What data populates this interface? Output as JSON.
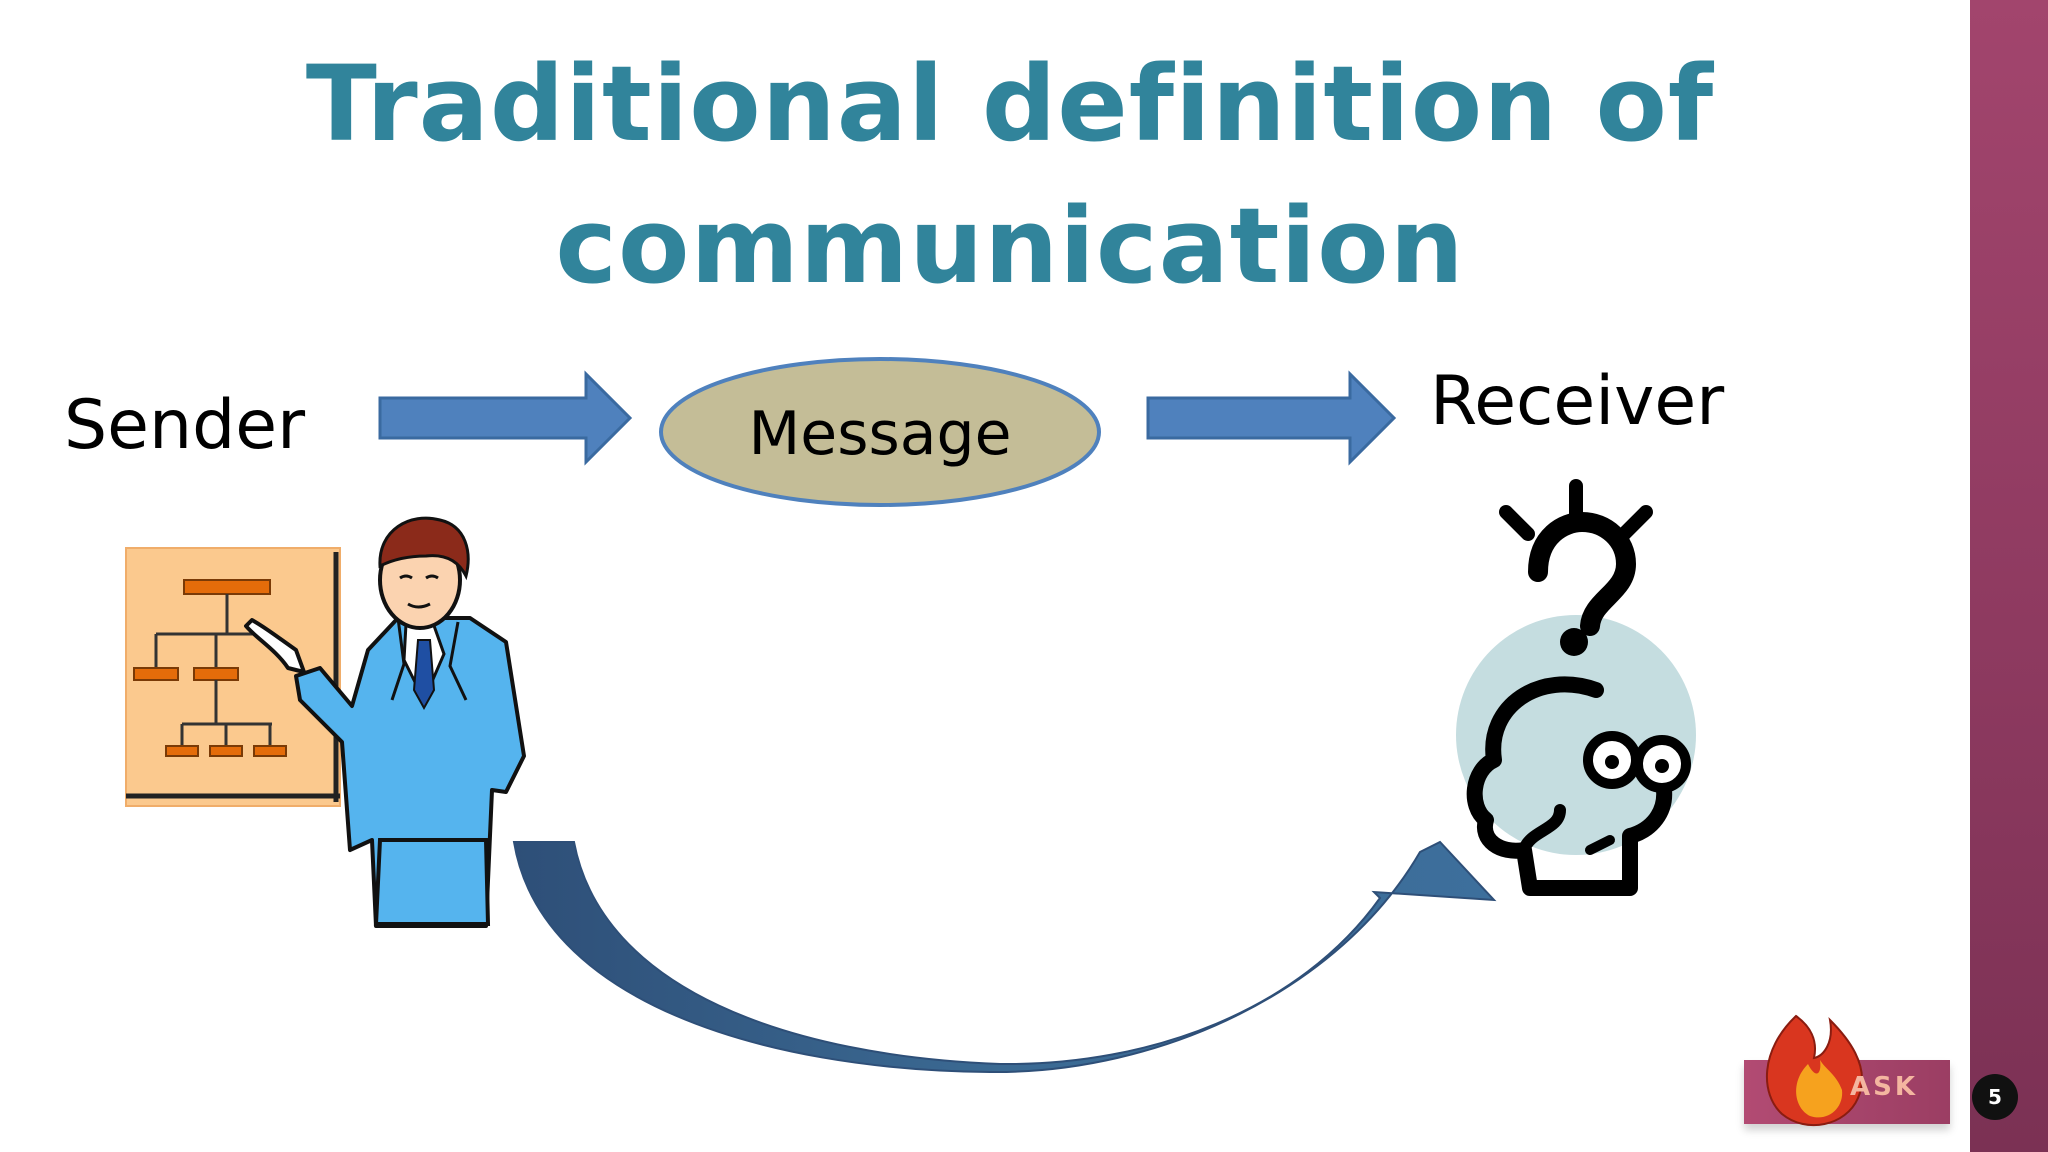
{
  "slide": {
    "title_line_1": "Traditional definition of",
    "title_line_2": "communication",
    "page_number": "5"
  },
  "diagram": {
    "sender_label": "Sender",
    "message_label": "Message",
    "receiver_label": "Receiver"
  },
  "logo": {
    "text": "ASK"
  },
  "colors": {
    "title": "#31849b",
    "arrow": "#4f81bd",
    "message_fill": "#c4bd97",
    "message_border": "#4f81bd",
    "side_band": "#9b3e63"
  },
  "icons": {
    "sender": "presenter-with-org-chart-icon",
    "receiver": "confused-person-question-icon",
    "feedback": "curved-feedback-arrow-icon"
  }
}
